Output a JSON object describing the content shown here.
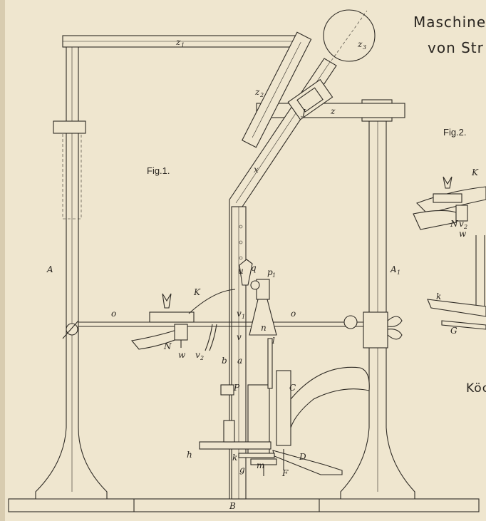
{
  "plate": {
    "title_line1": "Maschine",
    "title_line2": "von Str",
    "fig1_label": "Fig.1.",
    "fig2_label": "Fig.2.",
    "side_text": "Köc"
  },
  "parts": {
    "A": "A",
    "A1": "A",
    "A1_sub": "1",
    "B": "B",
    "z1": "z",
    "z1_sub": "1",
    "z2": "z",
    "z2_sub": "2",
    "z3": "z",
    "z3_sub": "3",
    "z": "z",
    "J": "J",
    "x": "x",
    "K": "K",
    "o_left": "o",
    "o_right": "o",
    "N": "N",
    "w": "w",
    "v2": "v",
    "v2_sub": "2",
    "b": "b",
    "a": "a",
    "u": "u",
    "q": "q",
    "p1": "p",
    "p1_sub": "1",
    "n": "n",
    "l": "l",
    "v1": "v",
    "v1_sub": "1",
    "v": "v",
    "P": "P",
    "C": "C",
    "h": "h",
    "k": "k",
    "g": "g",
    "m": "m",
    "F": "F",
    "D": "D"
  },
  "fig2_parts": {
    "K": "K",
    "N": "N",
    "v2": "v",
    "v2_sub": "2",
    "w": "w",
    "k": "k",
    "G": "G"
  }
}
